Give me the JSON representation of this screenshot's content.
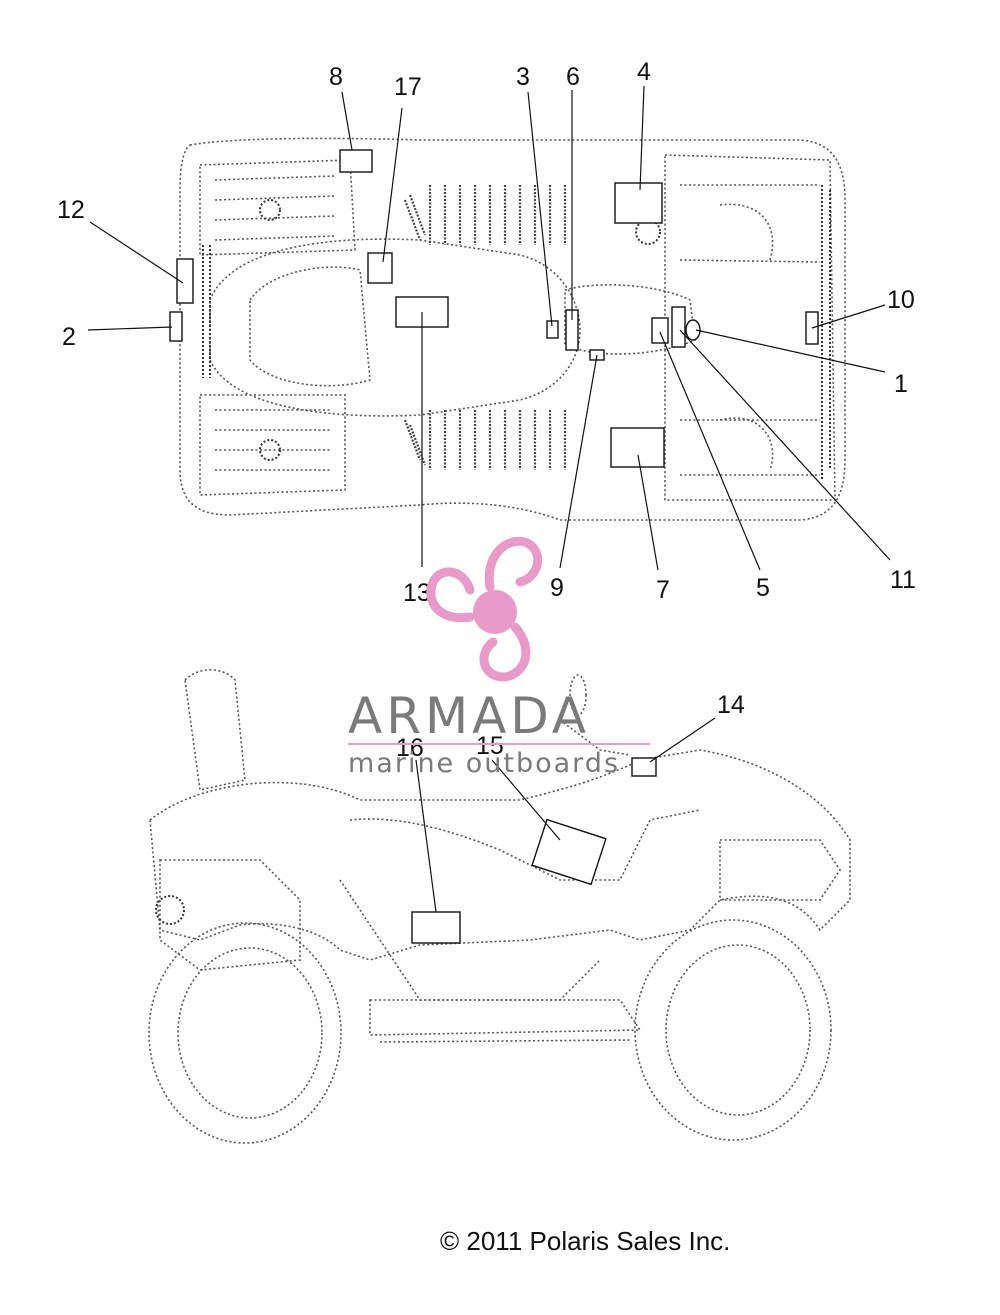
{
  "callouts": {
    "c1": "1",
    "c2": "2",
    "c3": "3",
    "c4": "4",
    "c5": "5",
    "c6": "6",
    "c7": "7",
    "c8": "8",
    "c9": "9",
    "c10": "10",
    "c11": "11",
    "c12": "12",
    "c13": "13",
    "c14": "14",
    "c15": "15",
    "c16": "16",
    "c17": "17"
  },
  "watermark": {
    "brand": "ARMADA",
    "tagline": "marine outboards",
    "logo_icon": "propeller-logo-icon",
    "logo_color": "#e89ac9"
  },
  "copyright": "© 2011 Polaris Sales Inc."
}
